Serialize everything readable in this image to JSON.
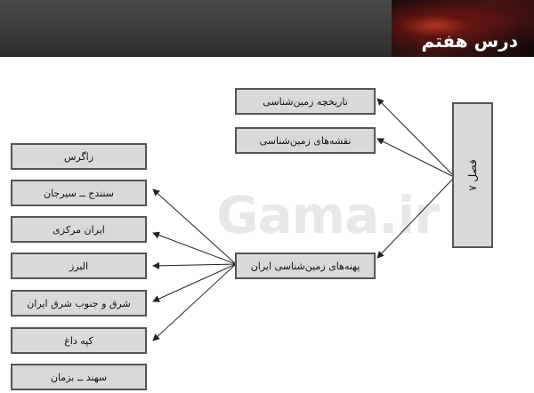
{
  "header": {
    "title": "درس هفتم"
  },
  "watermark": "Gama.ir",
  "chapter": {
    "label": "فصل ۷"
  },
  "topics": [
    "تاریخچه زمین‌شناسی",
    "نقشه‌های زمین‌شناسی",
    "پهنه‌های زمین‌شناسی ایران"
  ],
  "zones": [
    "زاگرس",
    "سنندج ــ سیرجان",
    "ایران مرکزی",
    "البرز",
    "شرق و جنوب شرق ایران",
    "کپه داغ",
    "سهند ــ بزمان"
  ],
  "colors": {
    "header_bg": "#3a3a3a",
    "box_fill": "#d9d9d9",
    "box_border": "#555555"
  }
}
